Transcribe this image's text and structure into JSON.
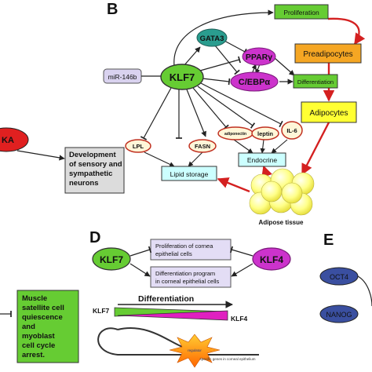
{
  "panels": {
    "b": "B",
    "d": "D",
    "e": "E"
  },
  "panel_a": {
    "node_partial": "KA",
    "box": [
      "Development",
      "of sensory and",
      "sympathetic",
      "neurons"
    ]
  },
  "panel_b": {
    "klf7": "KLF7",
    "gata3": "GATA3",
    "mir": "miR-146b",
    "ppar": "PPARγ",
    "cebp": "C/EBPα",
    "lpl": "LPL",
    "fasn": "FASN",
    "adiponectin": "adiponectin",
    "leptin": "leptin",
    "il6": "IL-6",
    "proliferation": "Proliferation",
    "differentiation": "Differentiation",
    "preadipocytes": "Preadipocytes",
    "adipocytes": "Adipocytes",
    "lipid_storage": "Lipid storage",
    "endocrine": "Endocrine",
    "adipose_tissue": "Adipose tissue"
  },
  "panel_c": {
    "box": [
      "Muscle",
      "satellite cell",
      "quiescence",
      "and",
      "myoblast",
      "cell cycle",
      "arrest."
    ]
  },
  "panel_d": {
    "klf7": "KLF7",
    "klf4": "KLF4",
    "prolif": [
      "Proliferation of cornea",
      "epithelial cells"
    ],
    "diff": [
      "Differentiation program",
      "in corneal epithelial cells"
    ],
    "differentiation_label": "Differentiation",
    "klf7_small": "KLF7",
    "klf4_small": "KLF4",
    "dna_label": "specific genes in corneal epithelium",
    "burst_label": "regulator"
  },
  "panel_e": {
    "oct4": "OCT4",
    "nanog": "NANOG"
  },
  "colors": {
    "green": "#66cc33",
    "purple": "#cc33cc",
    "red": "#e02020",
    "orange": "#f5a623",
    "yellow": "#ffff33",
    "cyan": "#ccffff",
    "teal": "#2a9d8f",
    "navy": "#3a4fa0",
    "lavender": "#e3ddf5"
  }
}
